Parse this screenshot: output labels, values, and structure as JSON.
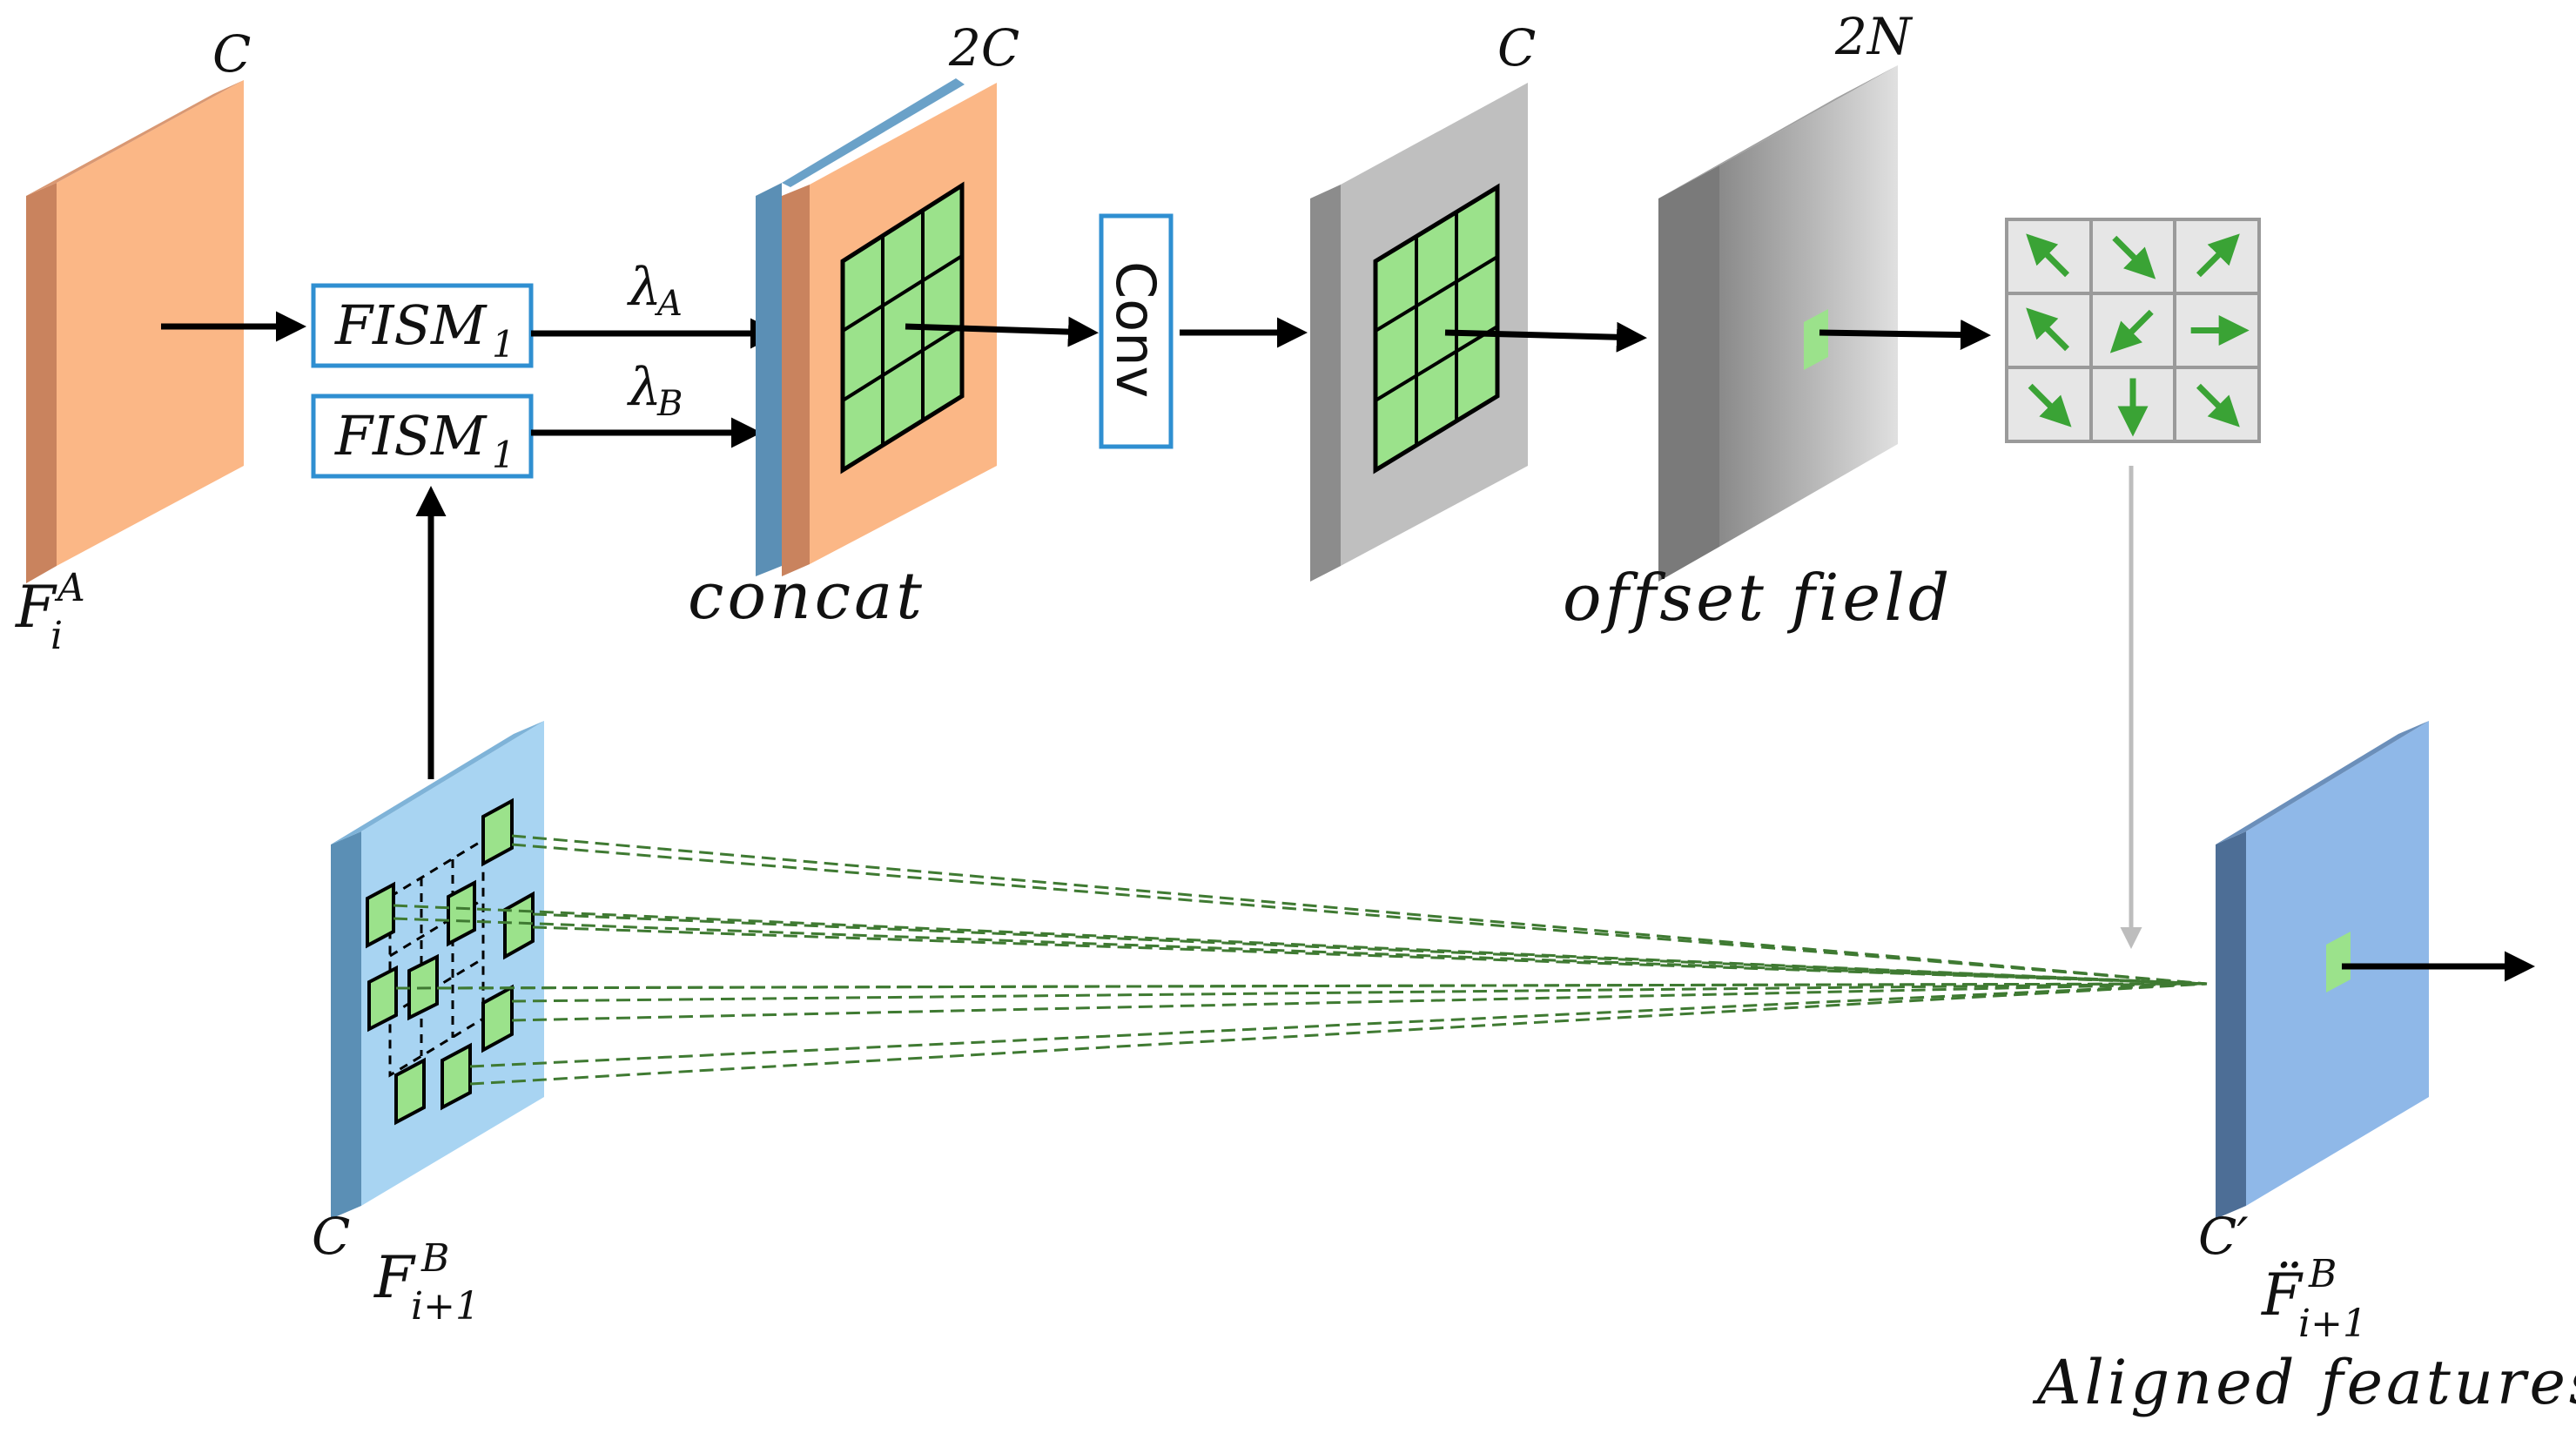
{
  "colors": {
    "orange_face": "#fbb786",
    "orange_side": "#c9835e",
    "gray_face": "#bfbfbf",
    "gray_side": "#8c8c8c",
    "blue_face": "#a8d4f2",
    "blue_side": "#5b8fb5",
    "aligned_face": "#8fb8e8",
    "aligned_side": "#4d6e96",
    "green_cell": "#9be28b",
    "arrow_green": "#3aa335",
    "box_border": "#2f8fd1",
    "dash_green": "#3f7a32"
  },
  "labels": {
    "c_top_left": "C",
    "two_c": "2C",
    "c_top_mid": "C",
    "two_n": "2N",
    "fa_main": "F",
    "fa_sub": "i",
    "fa_sup": "A",
    "fb_main": "F",
    "fb_sub": "i+1",
    "fb_sup": "B",
    "c_bottom": "C",
    "c_prime": "C′",
    "faligned_main": "F̈",
    "faligned_sub": "i+1",
    "faligned_sup": "B",
    "lambda_a": "λ",
    "lambda_a_sub": "A",
    "lambda_b": "λ",
    "lambda_b_sub": "B",
    "concat": "concat",
    "offset_field": "offset field",
    "aligned_features": "Aligned features",
    "conv": "Conv",
    "fism_main": "FISM",
    "fism_sub": "1"
  },
  "offset_arrows": [
    "up-left",
    "down-right",
    "up-right",
    "up-left",
    "down-left",
    "right",
    "down-right",
    "down",
    "down-right"
  ]
}
